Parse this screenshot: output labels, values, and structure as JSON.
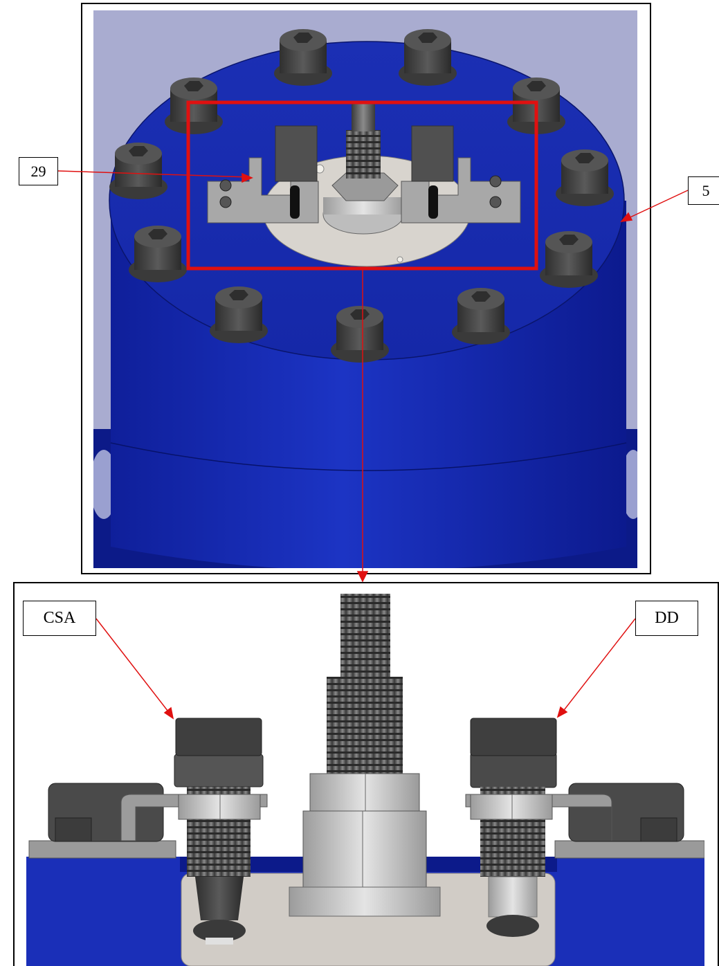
{
  "callouts": {
    "part_29": "29",
    "part_5": "5",
    "csa": "CSA",
    "dd": "DD"
  },
  "colors": {
    "body_blue": "#1a2fb8",
    "dark_blue": "#0d1a8a",
    "highlight_red": "#e01010",
    "bolt_gray": "#4a4a4a",
    "plate_gray": "#cfcac3",
    "background_lavender": "#a9acd0"
  }
}
